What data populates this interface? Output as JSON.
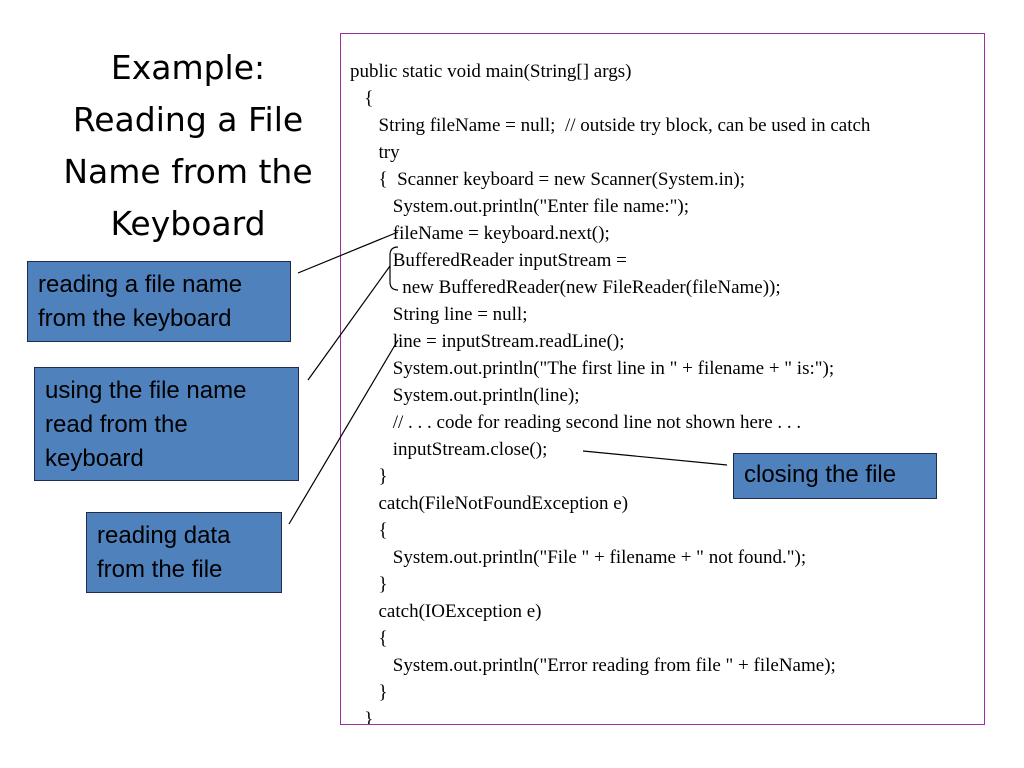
{
  "title": {
    "lines": [
      "Example:",
      "Reading a File",
      "Name from the",
      "Keyboard"
    ]
  },
  "code": {
    "lines": [
      "public static void main(String[] args)",
      "   {",
      "      String fileName = null;  // outside try block, can be used in catch",
      "      try",
      "      {  Scanner keyboard = new Scanner(System.in);",
      "         System.out.println(\"Enter file name:\");",
      "         fileName = keyboard.next();",
      "         BufferedReader inputStream =",
      "           new BufferedReader(new FileReader(fileName));",
      "         String line = null;",
      "         line = inputStream.readLine();",
      "         System.out.println(\"The first line in \" + filename + \" is:\");",
      "         System.out.println(line);",
      "         // . . . code for reading second line not shown here . . .",
      "         inputStream.close();",
      "      }",
      "      catch(FileNotFoundException e)",
      "      {",
      "         System.out.println(\"File \" + filename + \" not found.\");",
      "      }",
      "      catch(IOException e)",
      "      {",
      "         System.out.println(\"Error reading from file \" + fileName);",
      "      }",
      "   }"
    ]
  },
  "callouts": {
    "read_name": [
      "reading a file name",
      "from the keyboard"
    ],
    "use_name": [
      "using the file name",
      "read from the",
      "keyboard"
    ],
    "read_data": [
      "reading data",
      "from the file"
    ],
    "close_file": [
      "closing the file"
    ]
  },
  "colors": {
    "callout_fill": "#4f81bd",
    "callout_border": "#1f2d4a",
    "code_border": "#9a2fa0"
  }
}
